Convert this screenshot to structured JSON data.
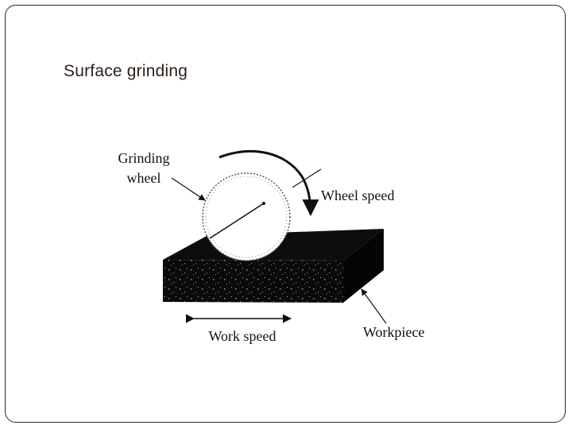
{
  "slide": {
    "title": "Surface grinding"
  },
  "diagram": {
    "labels": {
      "grinding_wheel_line1": "Grinding",
      "grinding_wheel_line2": "wheel",
      "wheel_speed": "Wheel speed",
      "work_speed": "Work speed",
      "workpiece": "Workpiece"
    }
  }
}
